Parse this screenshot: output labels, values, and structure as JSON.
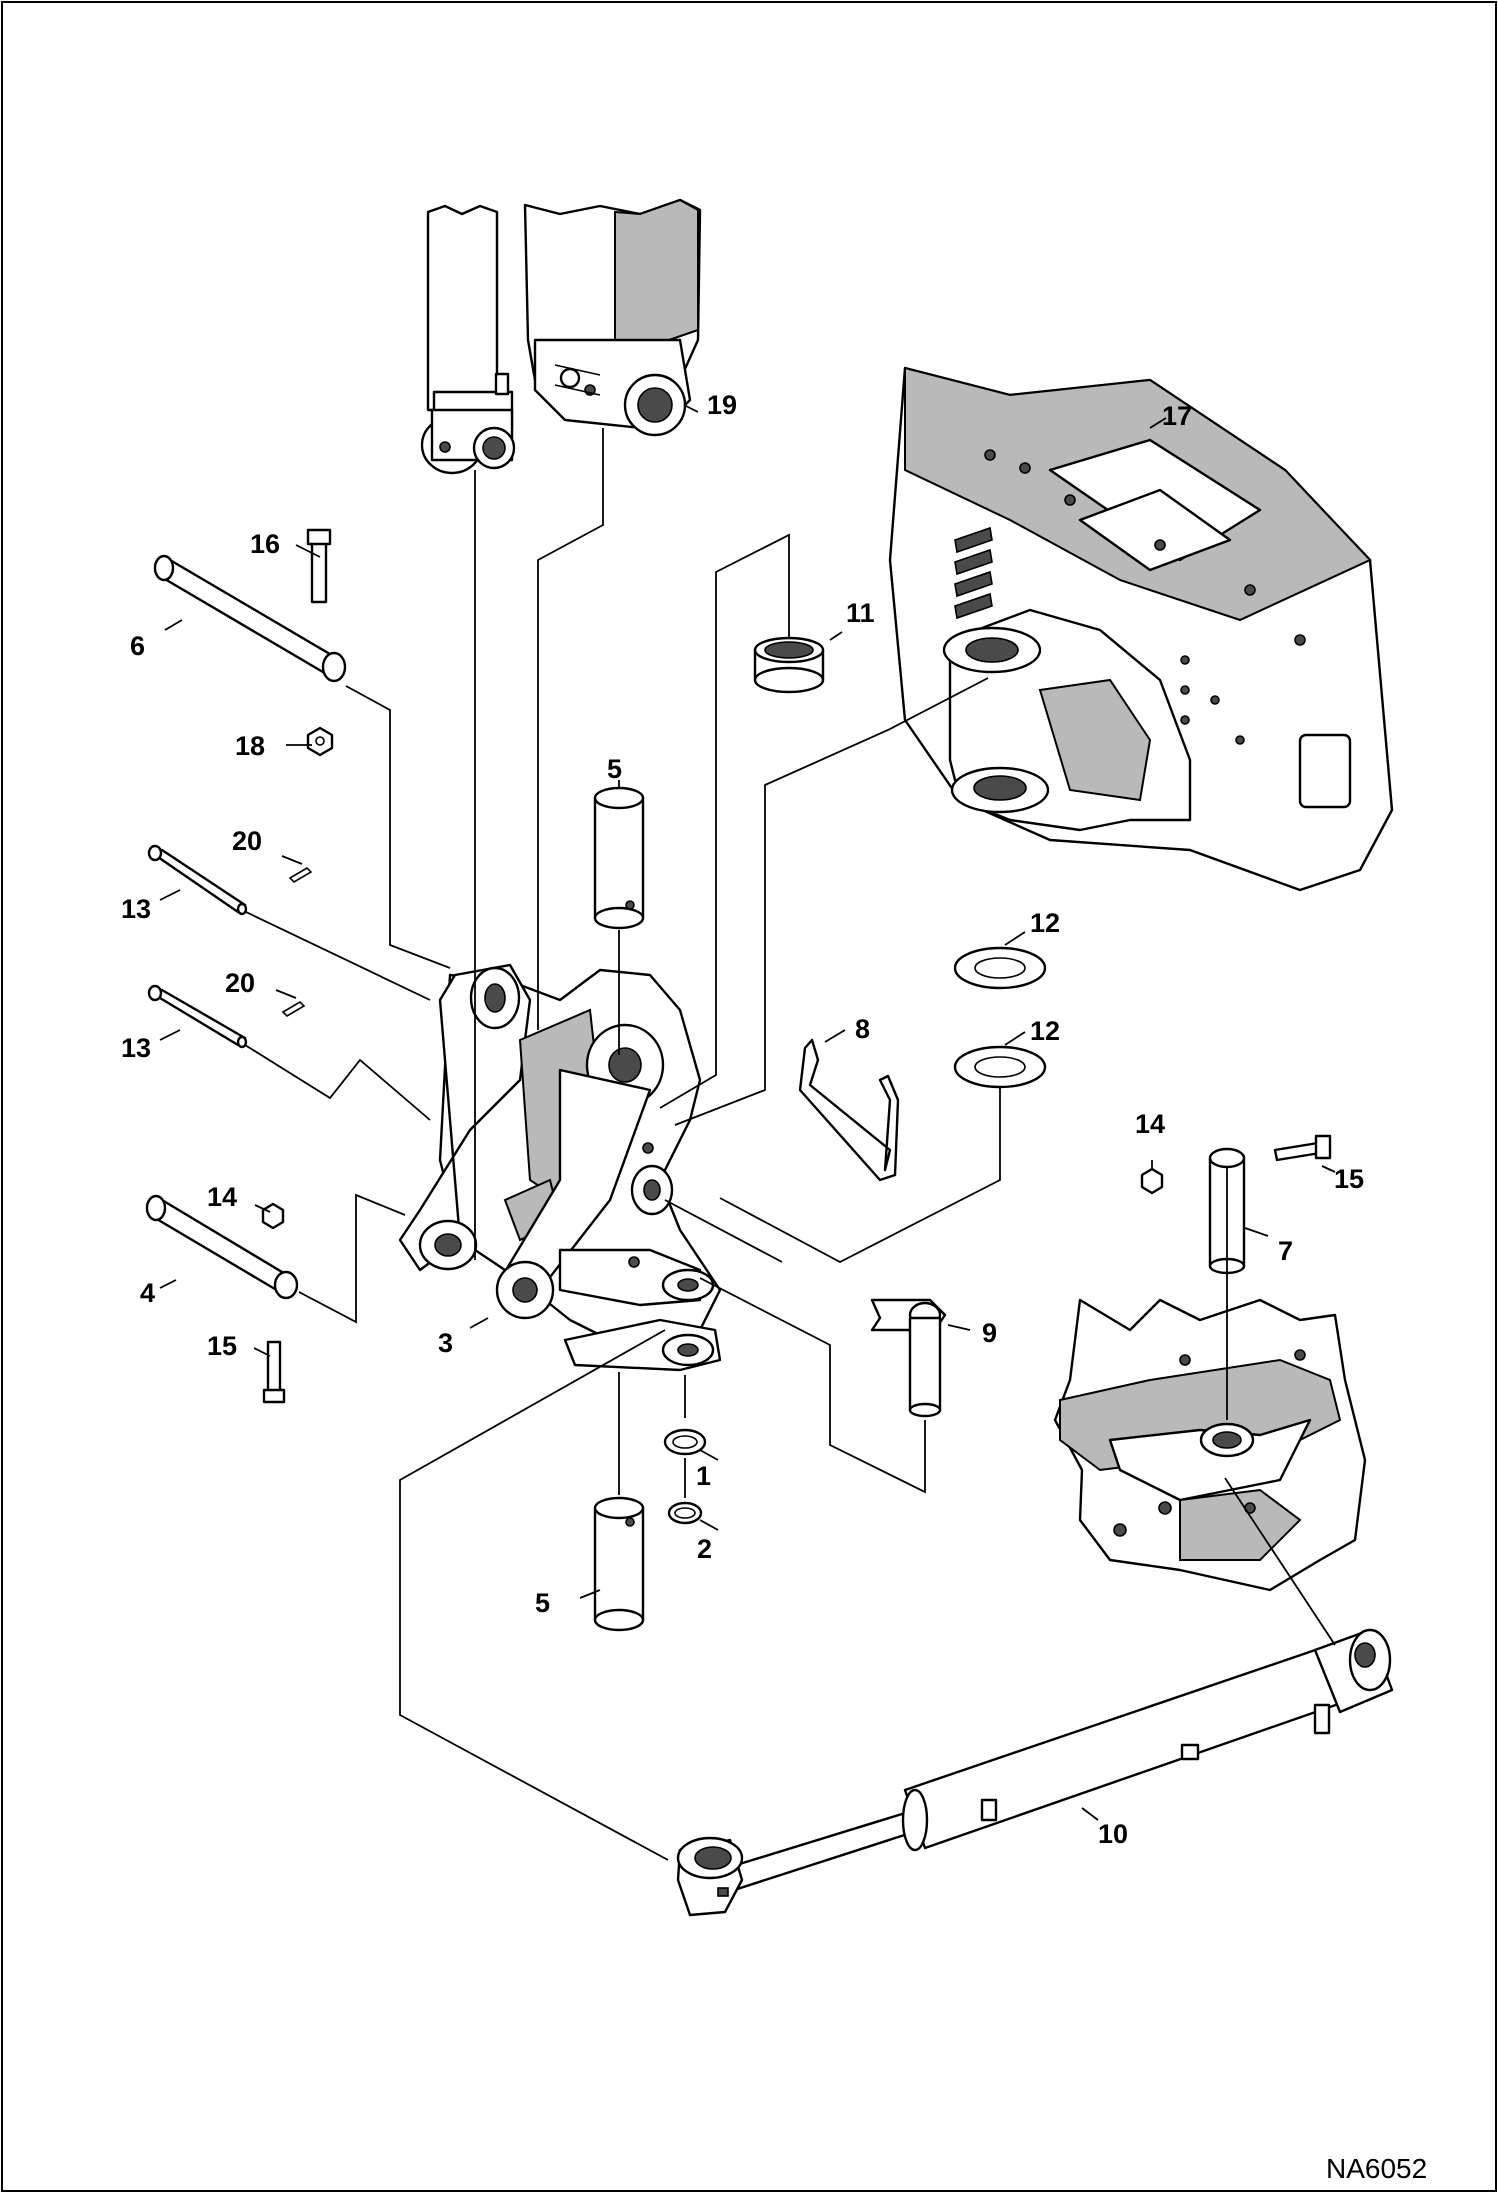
{
  "diagram": {
    "reference_code": "NA6052",
    "callouts": [
      {
        "id": "c1",
        "label": "1"
      },
      {
        "id": "c2",
        "label": "2"
      },
      {
        "id": "c3",
        "label": "3"
      },
      {
        "id": "c4",
        "label": "4"
      },
      {
        "id": "c5a",
        "label": "5"
      },
      {
        "id": "c5b",
        "label": "5"
      },
      {
        "id": "c6",
        "label": "6"
      },
      {
        "id": "c7",
        "label": "7"
      },
      {
        "id": "c8",
        "label": "8"
      },
      {
        "id": "c9",
        "label": "9"
      },
      {
        "id": "c10",
        "label": "10"
      },
      {
        "id": "c11",
        "label": "11"
      },
      {
        "id": "c12a",
        "label": "12"
      },
      {
        "id": "c12b",
        "label": "12"
      },
      {
        "id": "c13a",
        "label": "13"
      },
      {
        "id": "c13b",
        "label": "13"
      },
      {
        "id": "c14a",
        "label": "14"
      },
      {
        "id": "c14b",
        "label": "14"
      },
      {
        "id": "c15a",
        "label": "15"
      },
      {
        "id": "c15b",
        "label": "15"
      },
      {
        "id": "c16",
        "label": "16"
      },
      {
        "id": "c17",
        "label": "17"
      },
      {
        "id": "c18",
        "label": "18"
      },
      {
        "id": "c19",
        "label": "19"
      },
      {
        "id": "c20a",
        "label": "20"
      },
      {
        "id": "c20b",
        "label": "20"
      }
    ]
  }
}
